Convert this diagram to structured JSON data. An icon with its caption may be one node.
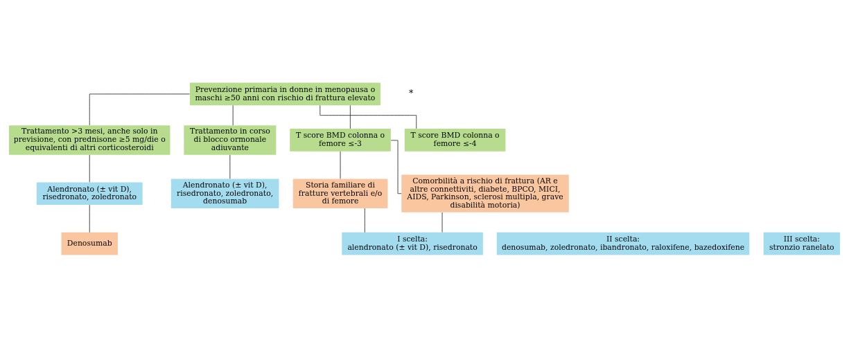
{
  "diagram": {
    "nodes": [
      {
        "text": [
          "Prevenzione primaria in donne in menopausa o maschi ≥50 anni con rischio di frattura elevato"
        ]
      },
      {
        "text": [
          "Trattamento >3 mesi, anche solo in previsione, con prednisone ≥5 mg/die o equivalenti di altri corticosteroidi"
        ]
      },
      {
        "text": [
          "Trattamento in corso di blocco ormonale adiuvante"
        ]
      },
      {
        "text": [
          "T score BMD colonna o femore ≤-3"
        ]
      },
      {
        "text": [
          "T score BMD colonna o femore ≤-4"
        ]
      },
      {
        "text": [
          "Storia familiare di fratture vertebrali e/o di femore"
        ]
      },
      {
        "text": [
          "Comorbilità a rischio di frattura (AR e altre connettiviti, diabete, BPCO, MICI, AIDS, Parkinson, sclerosi multipla, grave disabilità motoria)"
        ]
      },
      {
        "text": [
          "Alendronato (± vit D), risedronato, zoledronato"
        ]
      },
      {
        "text": [
          "Denosumab"
        ]
      },
      {
        "text": [
          "Alendronato (± vit D), risedronato, zoledronato, denosumab"
        ]
      },
      {
        "text": [
          "I scelta:",
          "alendronato (± vit D), risedronato"
        ]
      },
      {
        "text": [
          "II scelta:",
          "denosumab, zoledronato, ibandronato, raloxifene, bazedoxifene"
        ]
      },
      {
        "text": [
          "III scelta:",
          "stronzio ranelato"
        ]
      }
    ],
    "edges": [
      {
        "from": 0,
        "to": 1,
        "arrow": "none"
      },
      {
        "from": 0,
        "to": 2,
        "arrow": "none"
      },
      {
        "from": 0,
        "to": 3,
        "arrow": "none"
      },
      {
        "from": 0,
        "to": 4,
        "arrow": "none"
      },
      {
        "from": 1,
        "to": 7,
        "arrow": "none"
      },
      {
        "from": 7,
        "to": 8,
        "arrow": "none"
      },
      {
        "from": 2,
        "to": 9,
        "arrow": "none"
      },
      {
        "from": 3,
        "to": 5,
        "arrow": "none"
      },
      {
        "from": 3,
        "to": 6,
        "arrow": "none"
      },
      {
        "from": 5,
        "to": 10,
        "arrow": "none"
      },
      {
        "from": 6,
        "to": 10,
        "arrow": "none"
      }
    ],
    "labels": [
      "*"
    ]
  }
}
